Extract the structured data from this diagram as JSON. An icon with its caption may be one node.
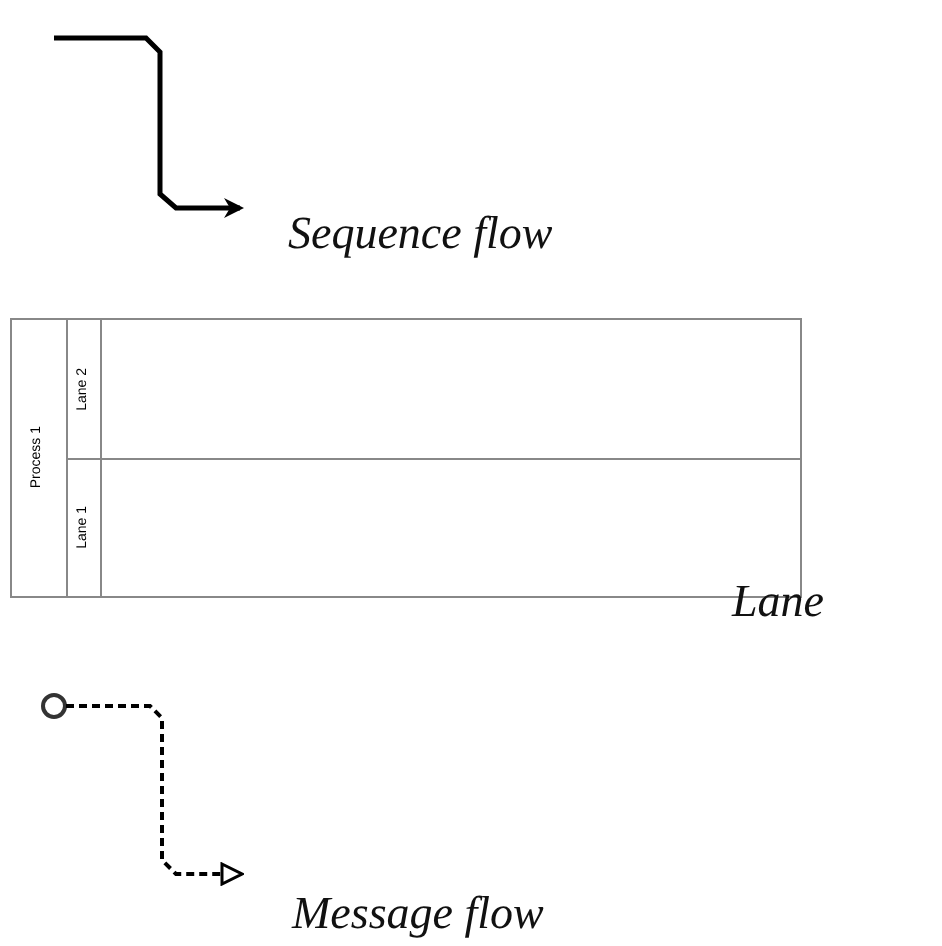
{
  "diagram": {
    "nodes": [
      {
        "text": [
          "Process 1"
        ]
      },
      {
        "text": [
          "Lane 2"
        ],
        "in": 0
      },
      {
        "text": [
          "Lane 1"
        ],
        "in": 0
      }
    ],
    "labels": [
      "Sequence flow",
      "Lane",
      "Message flow"
    ]
  }
}
